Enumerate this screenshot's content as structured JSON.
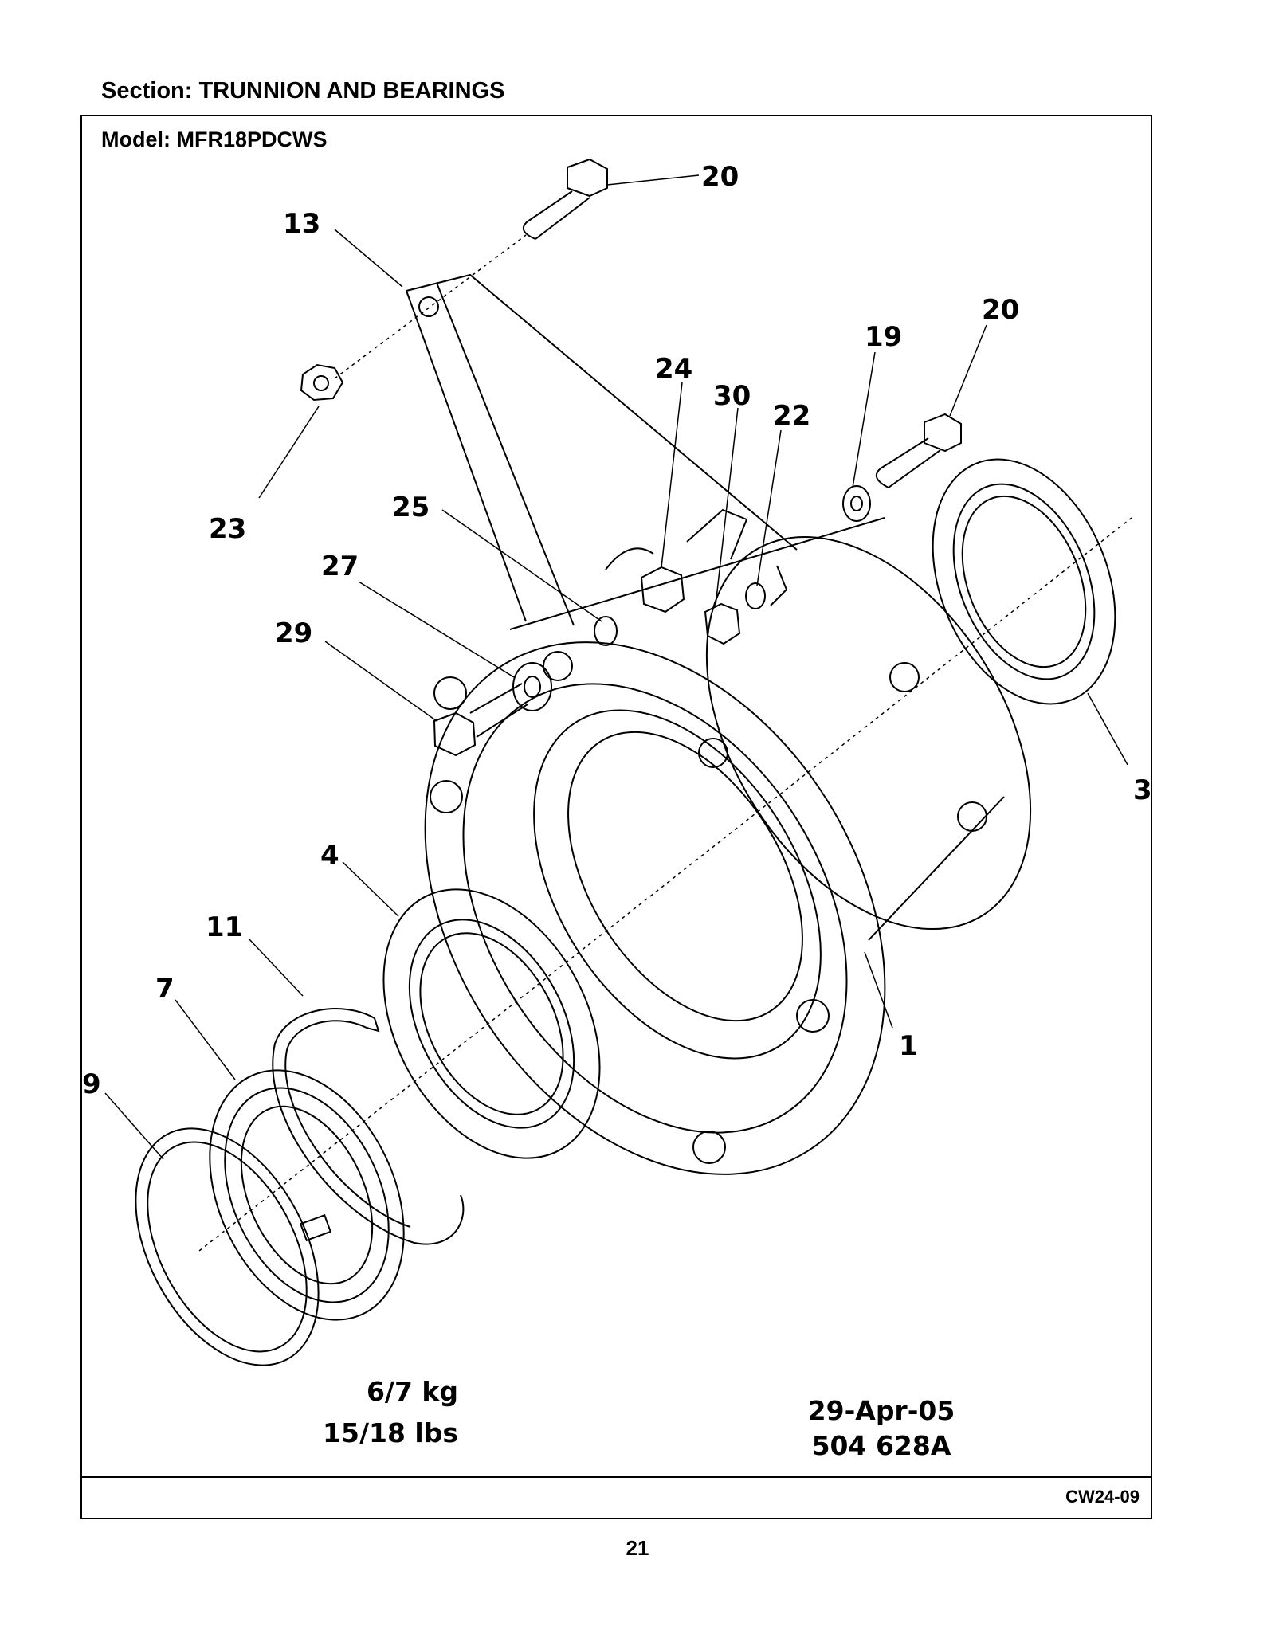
{
  "header": {
    "section": "Section:  TRUNNION AND BEARINGS",
    "model": "Model:  MFR18PDCWS"
  },
  "callouts": {
    "c20a": "20",
    "c13": "13",
    "c20b": "20",
    "c19": "19",
    "c24": "24",
    "c30": "30",
    "c22": "22",
    "c23": "23",
    "c25": "25",
    "c27": "27",
    "c29": "29",
    "c3": "3",
    "c4": "4",
    "c11": "11",
    "c7": "7",
    "c9": "9",
    "c1": "1"
  },
  "weights": {
    "kg": "6/7 kg",
    "lbs": "15/18 lbs"
  },
  "drawing_info": {
    "date": "29-Apr-05",
    "number": "504 628A"
  },
  "footer": {
    "code": "CW24-09",
    "page": "21"
  }
}
